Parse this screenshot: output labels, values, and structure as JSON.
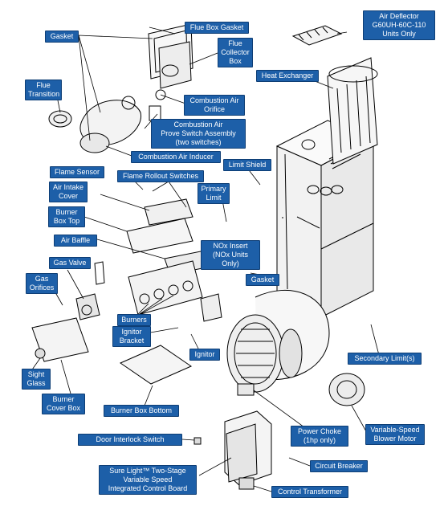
{
  "colors": {
    "label_bg": "#1d5fa8",
    "label_text": "#ffffff",
    "line": "#000000",
    "panel": "#eeeeee"
  },
  "labels": {
    "flue_box_gasket": "Flue Box Gasket",
    "air_deflector": "Air Deflector\nG60UH-60C-110\nUnits Only",
    "gasket_top": "Gasket",
    "flue_collector_box": "Flue\nCollector\nBox",
    "heat_exchanger": "Heat Exchanger",
    "flue_transition": "Flue\nTransition",
    "combustion_air_orifice": "Combustion Air\nOrifice",
    "prove_switch": "Combustion Air\nProve Switch Assembly\n(two switches)",
    "combustion_air_inducer": "Combustion Air Inducer",
    "flame_sensor": "Flame Sensor",
    "flame_rollout": "Flame Rollout Switches",
    "limit_shield": "Limit Shield",
    "air_intake_cover": "Air Intake\nCover",
    "primary_limit": "Primary\nLimit",
    "burner_box_top": "Burner\nBox Top",
    "air_baffle": "Air Baffle",
    "nox_insert": "NOx Insert\n(NOx Units Only)",
    "gas_valve": "Gas Valve",
    "gas_orifices": "Gas\nOrifices",
    "gasket_mid": "Gasket",
    "burners": "Burners",
    "ignitor_bracket": "Ignitor\nBracket",
    "ignitor": "Ignitor",
    "secondary_limits": "Secondary Limit(s)",
    "sight_glass": "Sight\nGlass",
    "burner_cover_box": "Burner\nCover Box",
    "burner_box_bottom": "Burner Box Bottom",
    "power_choke": "Power Choke\n(1hp only)",
    "blower_motor": "Variable-Speed\nBlower Motor",
    "door_interlock": "Door Interlock Switch",
    "control_board": "Sure Light™ Two-Stage\nVariable Speed\nIntegrated Control Board",
    "circuit_breaker": "Circuit Breaker",
    "control_transformer": "Control Transformer"
  }
}
